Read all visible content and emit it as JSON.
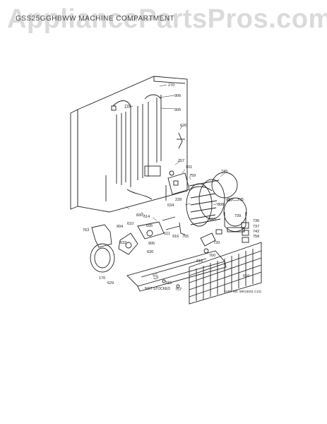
{
  "header": {
    "title": "GSS25GGHBWW MACHINE COMPARTMENT"
  },
  "watermark": "AppliancePartsPros.com",
  "diagram": {
    "art_number": "(ART NO. WR23031 C10)",
    "not_stocked_label": "NOT STOCKED",
    "callouts": [
      "270",
      "906",
      "775",
      "905",
      "626",
      "257",
      "901",
      "759",
      "749",
      "808",
      "827",
      "228",
      "725",
      "830",
      "634",
      "614",
      "695",
      "904",
      "611",
      "739",
      "736",
      "737",
      "742",
      "758",
      "763",
      "610",
      "632",
      "905",
      "693",
      "720",
      "760",
      "616",
      "630",
      "916",
      "765",
      "917",
      "170",
      "629",
      "315",
      "757",
      "616"
    ]
  }
}
